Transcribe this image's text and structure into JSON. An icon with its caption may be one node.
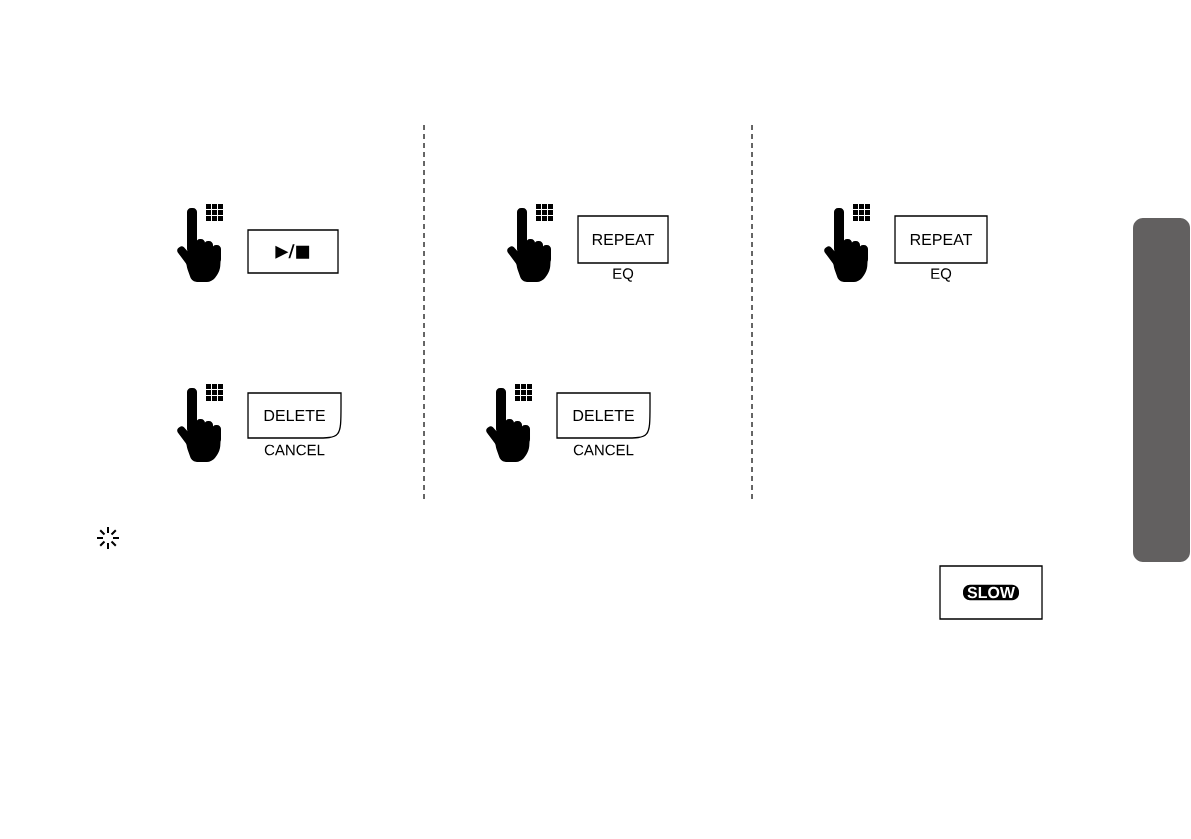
{
  "diagram": {
    "nodes": [
      {
        "text": [
          "▶/■"
        ]
      },
      {
        "text": [
          "REPEAT"
        ],
        "beside": [
          "EQ"
        ]
      },
      {
        "text": [
          "REPEAT"
        ],
        "beside": [
          "EQ"
        ]
      },
      {
        "text": [
          "DELETE"
        ],
        "beside": [
          "CANCEL"
        ]
      },
      {
        "text": [
          "DELETE"
        ],
        "beside": [
          "CANCEL"
        ]
      },
      {
        "text": [
          "SLOW"
        ]
      }
    ]
  }
}
